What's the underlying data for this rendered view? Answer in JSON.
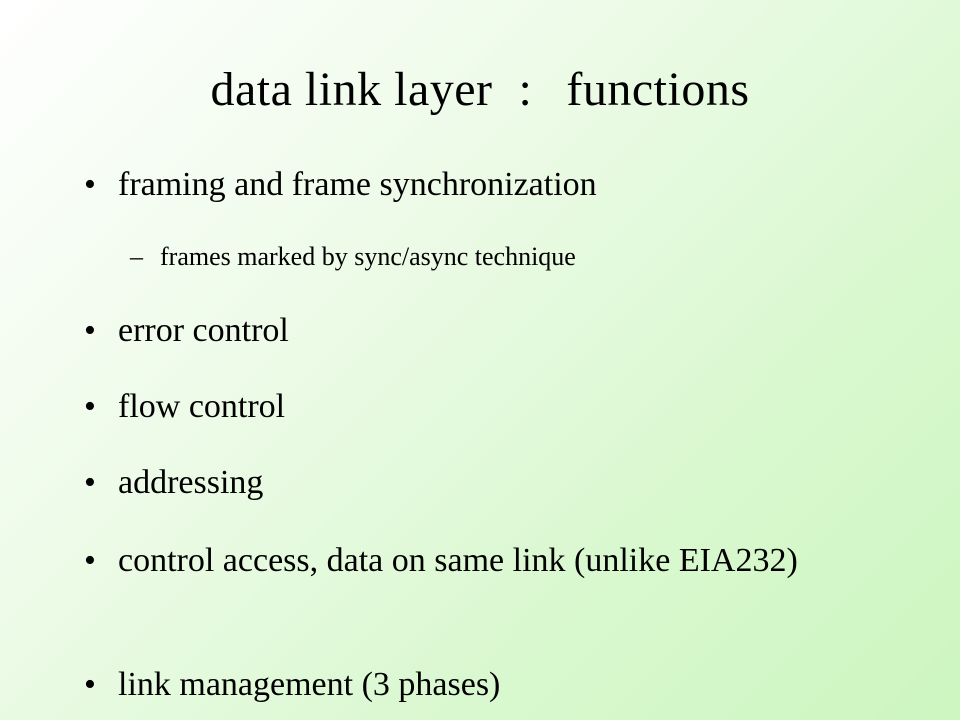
{
  "slide": {
    "title_left": "data link layer",
    "title_colon": ":",
    "title_right": "functions",
    "bullets": [
      {
        "text": "framing and frame synchronization"
      },
      {
        "text": "error control"
      },
      {
        "text": "flow control"
      },
      {
        "text": "addressing"
      },
      {
        "text": "control access, data on same link (unlike EIA232)"
      },
      {
        "text": "link management  (3 phases)"
      }
    ],
    "sub_bullets": [
      {
        "text": "frames marked by sync/async  technique"
      }
    ],
    "bullet_char": "•",
    "sub_bullet_char": "–"
  }
}
